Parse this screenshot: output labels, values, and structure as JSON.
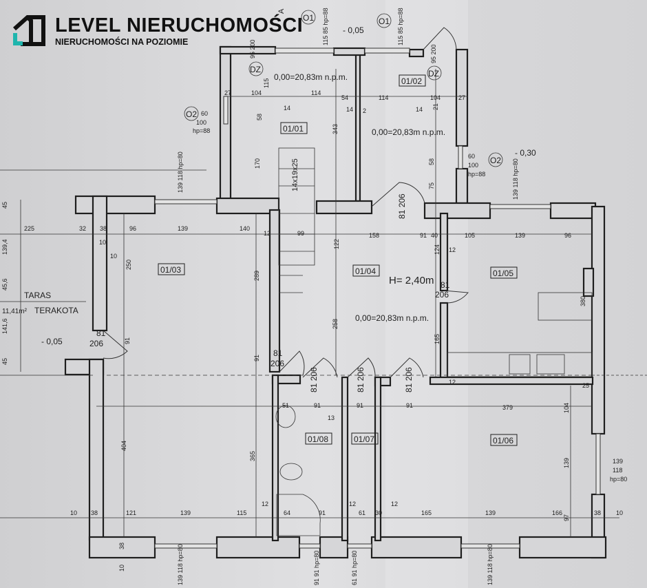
{
  "logo": {
    "title": "LEVEL NIERUCHOMOŚCI",
    "subtitle": "NIERUCHOMOŚCI NA POZIOMIE",
    "accent": "#1fb5ad"
  },
  "rooms": [
    "01/01",
    "01/02",
    "01/03",
    "01/04",
    "01/05",
    "01/06",
    "01/07",
    "01/08"
  ],
  "levels": [
    "0,00=20,83m n.p.m.",
    "0,00=20,83m n.p.m.",
    "0,00=20,83m n.p.m.",
    "- 0,05",
    "- 0,05",
    "- 0,30"
  ],
  "height": "H= 2,40m",
  "terrace": {
    "name": "TARAS",
    "area": "11,41m²",
    "material": "TERAKOTA"
  },
  "stairs": "14x19x25",
  "tags": [
    "O1",
    "O1",
    "O2",
    "O2",
    "DZ",
    "DZ"
  ],
  "section": "A",
  "openings": [
    [
      "115",
      "85",
      "hp=88"
    ],
    [
      "115",
      "85",
      "hp=88"
    ],
    [
      "95",
      "200"
    ],
    [
      "95",
      "200"
    ],
    [
      "60",
      "100",
      "hp=88"
    ],
    [
      "60",
      "100",
      "hp=88"
    ],
    [
      "139",
      "118",
      "hp=80"
    ],
    [
      "139",
      "118",
      "hp=80"
    ],
    [
      "139",
      "118",
      "hp=80"
    ],
    [
      "139",
      "118",
      "hp=80"
    ],
    [
      "91",
      "91",
      "hp=80"
    ],
    [
      "61",
      "91",
      "hp=80"
    ],
    [
      "139",
      "118",
      "hp=80"
    ],
    [
      "81",
      "206"
    ],
    [
      "81",
      "206"
    ],
    [
      "81",
      "206"
    ],
    [
      "81",
      "206"
    ],
    [
      "81",
      "206"
    ],
    [
      "81",
      "206"
    ],
    [
      "81",
      "206"
    ]
  ],
  "dims": [
    "27",
    "104",
    "114",
    "54",
    "114",
    "104",
    "27",
    "14",
    "14",
    "2",
    "14",
    "58",
    "170",
    "343",
    "58",
    "75",
    "21",
    "115",
    "225",
    "32",
    "38",
    "96",
    "139",
    "140",
    "12",
    "99",
    "122",
    "158",
    "91",
    "40",
    "12",
    "105",
    "139",
    "96",
    "250",
    "289",
    "258",
    "124",
    "380",
    "165",
    "10",
    "91",
    "91",
    "51",
    "91",
    "13",
    "91",
    "91",
    "379",
    "104",
    "404",
    "365",
    "139",
    "10",
    "38",
    "121",
    "139",
    "115",
    "12",
    "64",
    "91",
    "12",
    "61",
    "30",
    "12",
    "165",
    "139",
    "166",
    "97",
    "38",
    "10",
    "38",
    "10",
    "45",
    "139,4",
    "45,6",
    "141,6",
    "45",
    "25",
    "12",
    "10"
  ]
}
